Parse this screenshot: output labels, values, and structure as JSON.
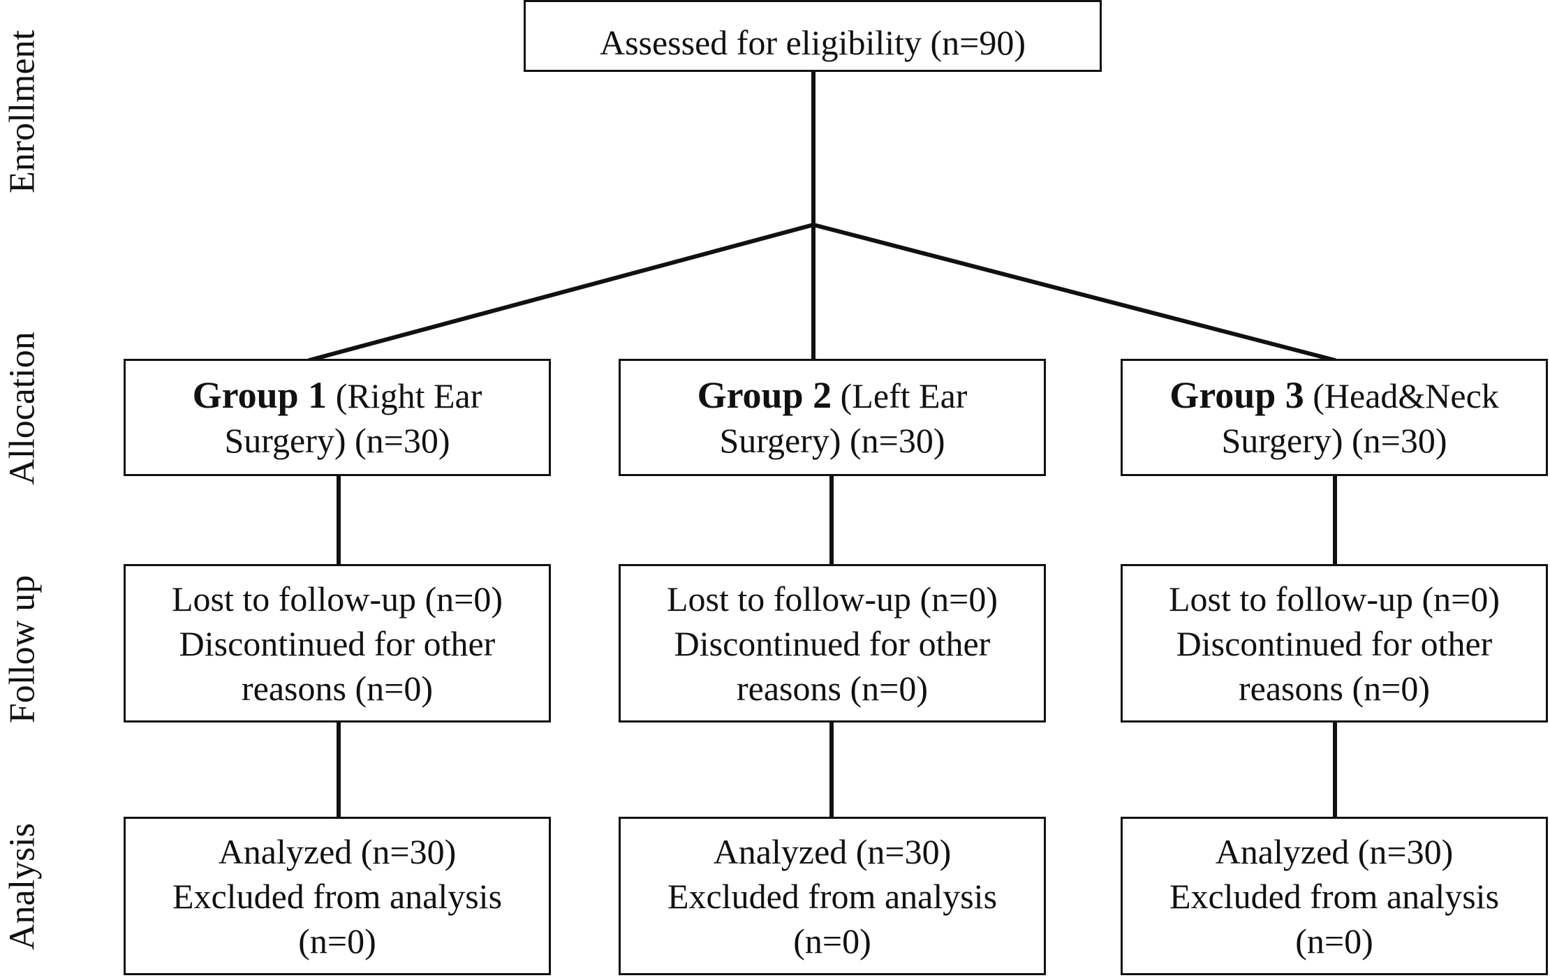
{
  "stages": [
    "Enrollment",
    "Allocation",
    "Follow up",
    "Analysis"
  ],
  "enrollment": {
    "text": "Assessed for eligibility (n=90)"
  },
  "groups": [
    {
      "name": "Group 1",
      "detail": "(Right Ear",
      "detail2": "Surgery) (n=30)",
      "followup": [
        "Lost to follow-up (n=0)",
        "Discontinued for other",
        "reasons (n=0)"
      ],
      "analysis": [
        "Analyzed (n=30)",
        "Excluded from analysis",
        "(n=0)"
      ]
    },
    {
      "name": "Group 2",
      "detail": "(Left Ear",
      "detail2": "Surgery) (n=30)",
      "followup": [
        "Lost to follow-up (n=0)",
        "Discontinued for other",
        "reasons (n=0)"
      ],
      "analysis": [
        "Analyzed (n=30)",
        "Excluded from analysis",
        "(n=0)"
      ]
    },
    {
      "name": "Group 3",
      "detail": "(Head&Neck",
      "detail2": "Surgery) (n=30)",
      "followup": [
        "Lost to follow-up (n=0)",
        "Discontinued for other",
        "reasons (n=0)"
      ],
      "analysis": [
        "Analyzed (n=30)",
        "Excluded from analysis",
        "(n=0)"
      ]
    }
  ]
}
